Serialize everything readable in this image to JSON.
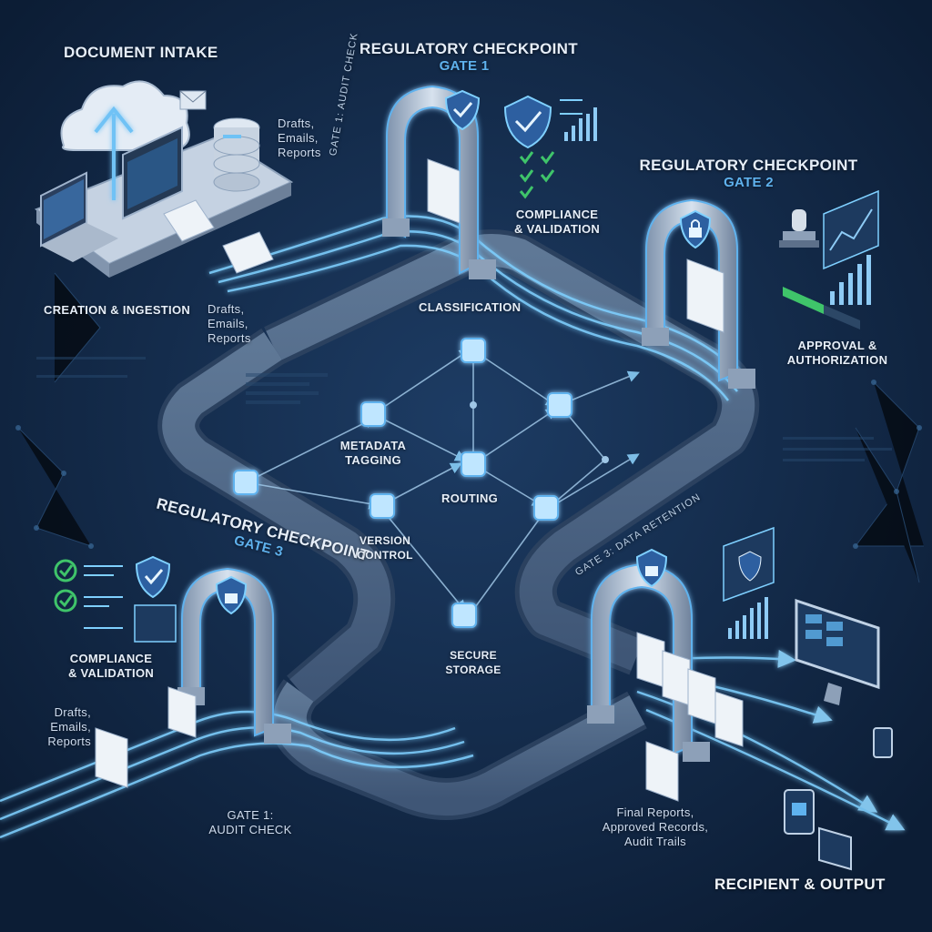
{
  "sections": {
    "document_intake": "DOCUMENT INTAKE",
    "creation_ingestion": "CREATION & INGESTION",
    "recipient_output": "RECIPIENT & OUTPUT"
  },
  "gate1": {
    "title": "REGULATORY CHECKPOINT",
    "subtitle": "GATE 1",
    "path_label": "GATE 1: AUDIT CHECK",
    "note_line1": "COMPLIANCE",
    "note_line2": "& VALIDATION"
  },
  "gate2": {
    "title": "REGULATORY CHECKPOINT",
    "subtitle": "GATE 2",
    "note_line1": "APPROVAL &",
    "note_line2": "AUTHORIZATION"
  },
  "gate3": {
    "title": "REGULATORY CHECKPOINT",
    "subtitle": "GATE 3",
    "path_label": "GATE 3: DATA RETENTION",
    "note_line1": "COMPLIANCE",
    "note_line2": "& VALIDATION"
  },
  "inputs": {
    "line1": "Drafts,",
    "line2": "Emails,",
    "line3": "Reports"
  },
  "bottom_gate_label": {
    "line1": "GATE 1:",
    "line2": "AUDIT CHECK"
  },
  "outputs": {
    "line1": "Final Reports,",
    "line2": "Approved Records,",
    "line3": "Audit Trails"
  },
  "nodes": {
    "classification": "CLASSIFICATION",
    "metadata_line1": "METADATA",
    "metadata_line2": "TAGGING",
    "routing": "ROUTING",
    "version_line1": "VERSION",
    "version_line2": "CONTROL",
    "storage_line1": "SECURE",
    "storage_line2": "STORAGE"
  },
  "colors": {
    "background": "#0f2340",
    "accent": "#5fb2ee",
    "stream": "#7fd0ff",
    "node": "#bfe6ff",
    "check": "#3fc46a"
  },
  "icons": [
    "cloud-upload-icon",
    "laptop-icon",
    "database-icon",
    "email-icon",
    "shield-check-icon",
    "lock-icon",
    "stamp-icon",
    "chart-icon",
    "monitor-icon",
    "document-icon"
  ]
}
